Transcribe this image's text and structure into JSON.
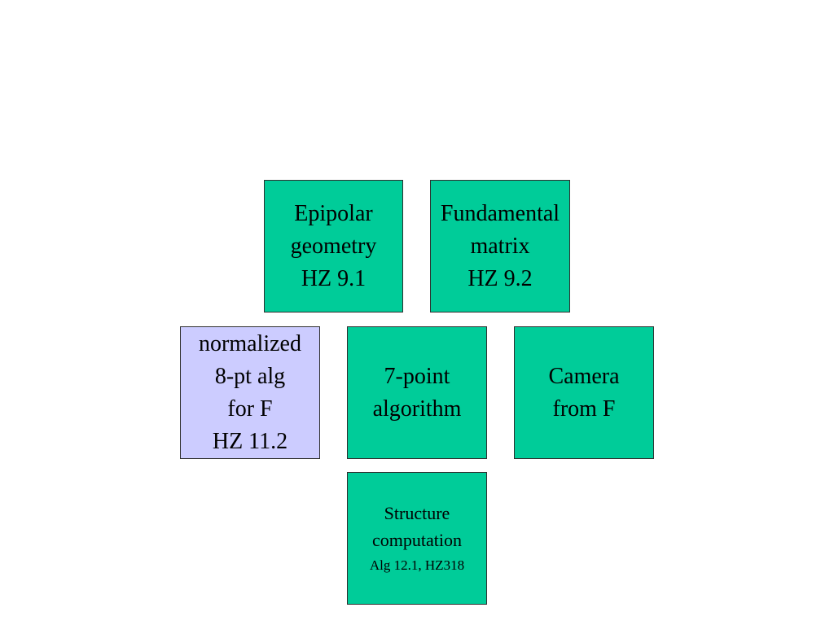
{
  "colors": {
    "teal_box": "#00cc99",
    "lavender_box": "#ccccff",
    "border": "#2f2f2f",
    "text": "#000000",
    "background": "#ffffff"
  },
  "boxes": {
    "epipolar": {
      "lines": [
        "Epipolar",
        "geometry",
        "HZ 9.1"
      ]
    },
    "fundamental": {
      "lines": [
        "Fundamental",
        "matrix",
        "HZ 9.2"
      ]
    },
    "normalized": {
      "lines": [
        "normalized",
        "8-pt alg",
        "for F",
        "HZ 11.2"
      ]
    },
    "sevenpoint": {
      "lines": [
        "7-point",
        "algorithm"
      ]
    },
    "camera": {
      "lines": [
        "Camera",
        "from F"
      ]
    },
    "structure": {
      "lines": [
        "Structure",
        "computation",
        "Alg 12.1, HZ318"
      ]
    }
  }
}
